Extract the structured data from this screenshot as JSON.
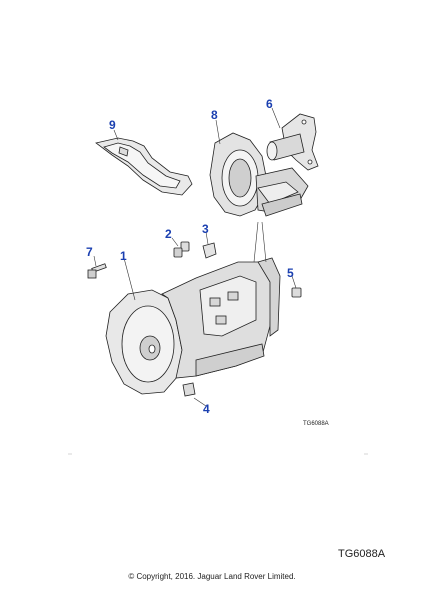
{
  "diagram": {
    "figure_code_small": "TG6088A",
    "figure_code": "TG6088A",
    "copyright": "© Copyright, 2016. Jaguar Land Rover Limited.",
    "callout_color": "#1a3fb0",
    "callouts": {
      "c1": "1",
      "c2": "2",
      "c3": "3",
      "c4": "4",
      "c5": "5",
      "c6": "6",
      "c7": "7",
      "c8": "8",
      "c9": "9"
    }
  }
}
